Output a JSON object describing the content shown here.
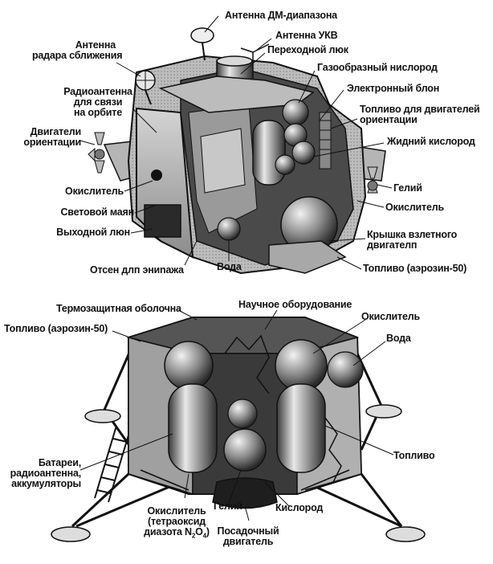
{
  "ascent_stage": {
    "labels": {
      "dm_antenna": "Антенна ДМ-диапазона",
      "rendezvous_radar_line1": "Антенна",
      "rendezvous_radar_line2": "радара сближения",
      "vhf_antenna": "Антенна УКВ",
      "transfer_hatch": "Переходной люк",
      "orbit_antenna_line1": "Радиоантенна",
      "orbit_antenna_line2": "для связи",
      "orbit_antenna_line3": "на орбите",
      "gaseous_oxygen": "Газообразный нислород",
      "electronic_unit": "Электронный блон",
      "rcs_fuel_line1": "Топливо для двигателей",
      "rcs_fuel_line2": "ориентации",
      "rcs_thrusters_line1": "Двигатели",
      "rcs_thrusters_line2": "ориентации",
      "liquid_oxygen": "Жидний кислород",
      "oxidizer_left": "Окислитель",
      "helium": "Гелий",
      "beacon": "Световой маян",
      "oxidizer_right": "Окислитель",
      "exit_hatch": "Выходной люн",
      "engine_cover_line1": "Крышка взлетного",
      "engine_cover_line2": "двигателп",
      "crew_compartment": "Отсен длп эниnажа",
      "water": "Вода",
      "aerozine_fuel": "Топливо (аэрозин-50)"
    }
  },
  "descent_stage": {
    "labels": {
      "thermal_shield": "Термозащитная оболочна",
      "science_equipment": "Научное оборудование",
      "aerozine_fuel": "Топливо (аэрозин-50)",
      "oxidizer_top": "Окислитель",
      "water": "Вода",
      "batteries_line1": "Батареи,",
      "batteries_line2": "радиоантенна,",
      "batteries_line3": "аккумуляторы",
      "fuel": "Топливо",
      "helium": "Гелий",
      "oxygen": "Кислород",
      "oxidizer_bottom_line1": "Окислитель",
      "oxidizer_bottom_line2_pre": "(тетраоксид",
      "oxidizer_bottom_line3_pre": "диазота N",
      "oxidizer_sub2": "2",
      "oxidizer_O": "O",
      "oxidizer_sub4": "4",
      "oxidizer_close": ")",
      "landing_engine_line1": "Посадочный",
      "landing_engine_line2": "двигатель"
    }
  },
  "colors": {
    "hull_light": "#c8c8c8",
    "hull_mid": "#9a9a9a",
    "hull_dark": "#3a3a3a",
    "outline": "#111111"
  }
}
